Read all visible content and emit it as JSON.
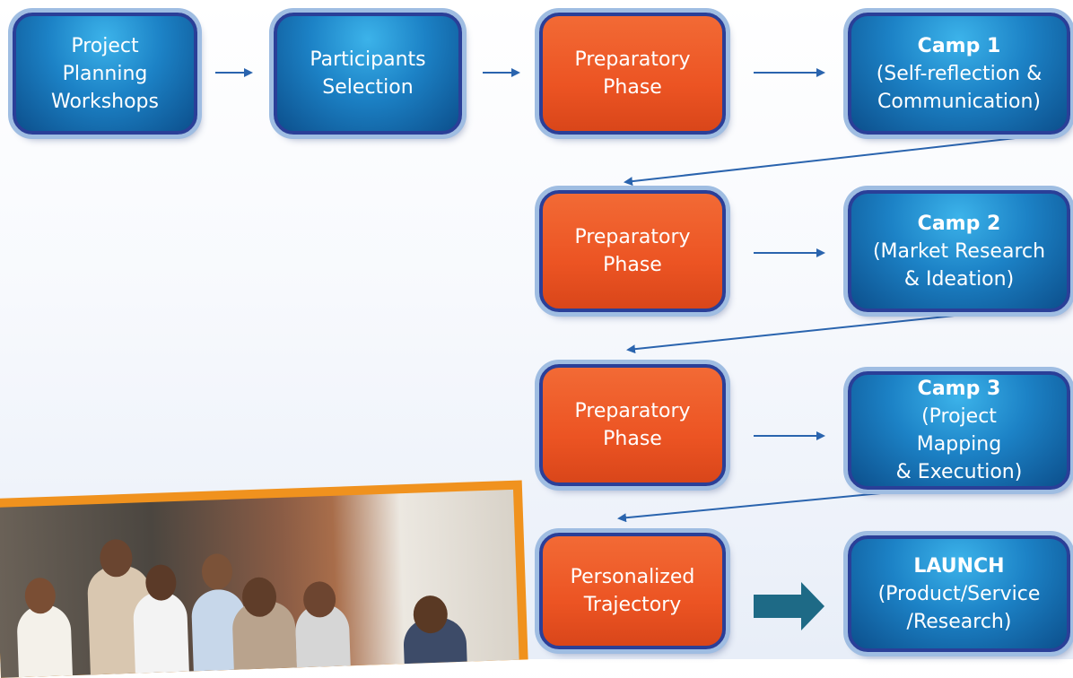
{
  "row1": [
    {
      "lines": [
        "Project",
        "Planning",
        "Workshops"
      ],
      "style": "blue"
    },
    {
      "lines": [
        "Participants",
        "Selection"
      ],
      "style": "blue"
    },
    {
      "lines": [
        "Preparatory",
        "Phase"
      ],
      "style": "orange"
    },
    {
      "title": "Camp 1",
      "lines": [
        "(Self-reflection &",
        "Communication)"
      ],
      "style": "blue"
    }
  ],
  "row2": [
    {
      "lines": [
        "Preparatory",
        "Phase"
      ],
      "style": "orange"
    },
    {
      "title": "Camp 2",
      "lines": [
        "(Market Research",
        "& Ideation)"
      ],
      "style": "blue"
    }
  ],
  "row3": [
    {
      "lines": [
        "Preparatory",
        "Phase"
      ],
      "style": "orange"
    },
    {
      "title": "Camp 3",
      "lines": [
        "(Project",
        "Mapping",
        "& Execution)"
      ],
      "style": "blue"
    }
  ],
  "row4": [
    {
      "lines": [
        "Personalized",
        "Trajectory"
      ],
      "style": "orange"
    },
    {
      "title": "LAUNCH",
      "lines": [
        "(Product/Service",
        "/Research)"
      ],
      "style": "blue"
    }
  ],
  "colors": {
    "arrow": "#2a64ae",
    "big_arrow": "#1e6a86",
    "orange": "#ec5423",
    "blue": "#1c82c6",
    "photo_frame": "#f0921e"
  }
}
